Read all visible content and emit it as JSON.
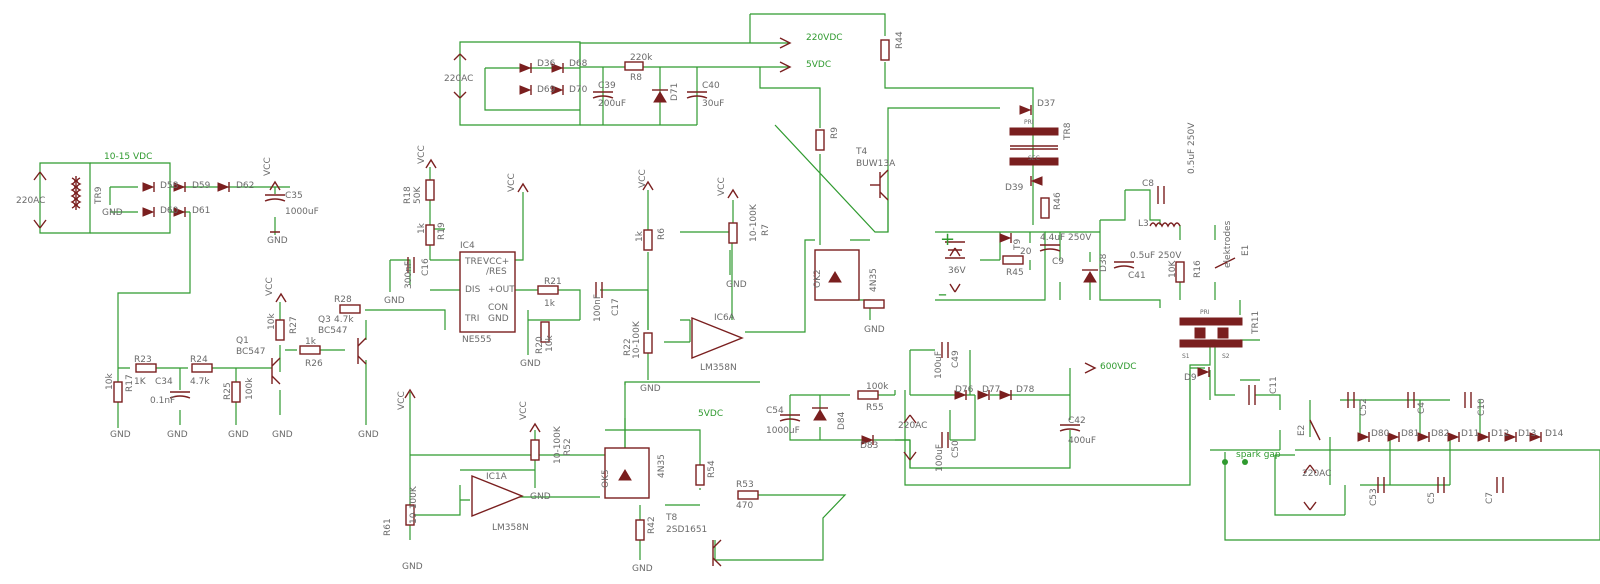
{
  "labels": {
    "ac1": "220AC",
    "v1015": "10-15 VDC",
    "tr9": "TR9",
    "gnd": "GND",
    "d58": "D58",
    "d59": "D59",
    "d60": "D60",
    "d61": "D61",
    "d62": "D62",
    "vcc": "VCC",
    "c35a": "C35",
    "c35v": "1000uF",
    "ac2": "220AC",
    "d36": "D36",
    "d68": "D68",
    "d69": "D69",
    "d70": "D70",
    "c39": "C39",
    "c39v": "200uF",
    "r8v": "220k",
    "r8": "R8",
    "d71": "D71",
    "c40": "C40",
    "c40v": "30uF",
    "v220dc": "220VDC",
    "v5dc": "5VDC",
    "r44": "R44",
    "r9": "R9",
    "t4": "T4",
    "t4v": "BUW13A",
    "d37": "D37",
    "pri": "PRI",
    "sec": "SEC",
    "tr8": "TR8",
    "d39": "D39",
    "r46": "R46",
    "r18": "R18",
    "r18v": "50K",
    "r19": "R19",
    "r19v": "1k",
    "ic4": "IC4",
    "ic4tre": "TRE",
    "ic4vcc": "VCC+",
    "ic4res": "/RES",
    "ic4dis": "DIS",
    "ic4out": "+OUT",
    "ic4con": "CON",
    "ic4gnd": "GND",
    "ic4tri": "TRI",
    "ic4name": "NE555",
    "c16": "C16",
    "c16v": "300nF",
    "r21": "R21",
    "r21v": "1k",
    "c17": "C17",
    "c17v": "100nF",
    "r20": "R20",
    "r20v": "10k",
    "r6": "R6",
    "r6v": "1k",
    "r22": "R22",
    "r22v": "10-100K",
    "r7": "R7",
    "r7v": "10-100K",
    "ic6a": "IC6A",
    "lm358a": "LM358N",
    "ok2": "OK2",
    "ok2v": "4N35",
    "r27": "R27",
    "r27v": "10k",
    "r28": "R28",
    "r28v": "4.7k",
    "q3": "Q3",
    "q3v": "BC547",
    "q1": "Q1",
    "q1v": "BC547",
    "r26": "R26",
    "r26v": "1k",
    "r23": "R23",
    "r23v": "1K",
    "r17": "R17",
    "r17v": "10k",
    "c34": "C34",
    "c34v": "0.1nF",
    "r24": "R24",
    "r24v": "4.7k",
    "r25": "R25",
    "r25v": "100k",
    "t9": "T9",
    "r45": "R45",
    "r45v": "20",
    "c9": "C9",
    "c9v": "4.4uF 250V",
    "v36": "36V",
    "d38": "D38",
    "c41": "C41",
    "c41v": "0.5uF 250V",
    "c8": "C8",
    "c8v": "0.5uF 250V",
    "l3": "L3",
    "r16": "R16",
    "r16v": "10K",
    "elec": "elektrodes",
    "e1": "E1",
    "tr11": "TR11",
    "s1": "S1",
    "s2": "S2",
    "d9": "D9",
    "c11": "C11",
    "r61": "R61",
    "r61v": "10-100K",
    "ic1a": "IC1A",
    "lm358b": "LM358N",
    "r52": "R52",
    "r52v": "10-100K",
    "ok5": "OK5",
    "ok5v": "4N35",
    "r54": "R54",
    "r42": "R42",
    "t8": "T8",
    "t8v": "2SD1651",
    "r53": "R53",
    "r53v": "470",
    "v5dc2": "5VDC",
    "c54": "C54",
    "c54v": "1000uF",
    "d84": "D84",
    "r55": "R55",
    "r55v": "100k",
    "ac3": "220AC",
    "d83": "D83",
    "c49": "C49",
    "c49v": "100uF",
    "c50": "C50",
    "c50v": "100uF",
    "d77": "D77",
    "d78": "D78",
    "d76": "D76",
    "v600": "600VDC",
    "c42": "C42",
    "c42v": "400uF",
    "e2": "E2",
    "ac4": "220AC",
    "spark": "spark gap",
    "c52": "C52",
    "c4": "C4",
    "c10": "C10",
    "c53": "C53",
    "c5": "C5",
    "c7": "C7",
    "d80": "D80",
    "d81": "D81",
    "d82": "D82",
    "d11": "D11",
    "d12": "D12",
    "d13": "D13",
    "d14": "D14"
  },
  "colors": {
    "wire": "#2f9a2f",
    "part": "#7a1f1f",
    "text": "#6a6a6a"
  }
}
